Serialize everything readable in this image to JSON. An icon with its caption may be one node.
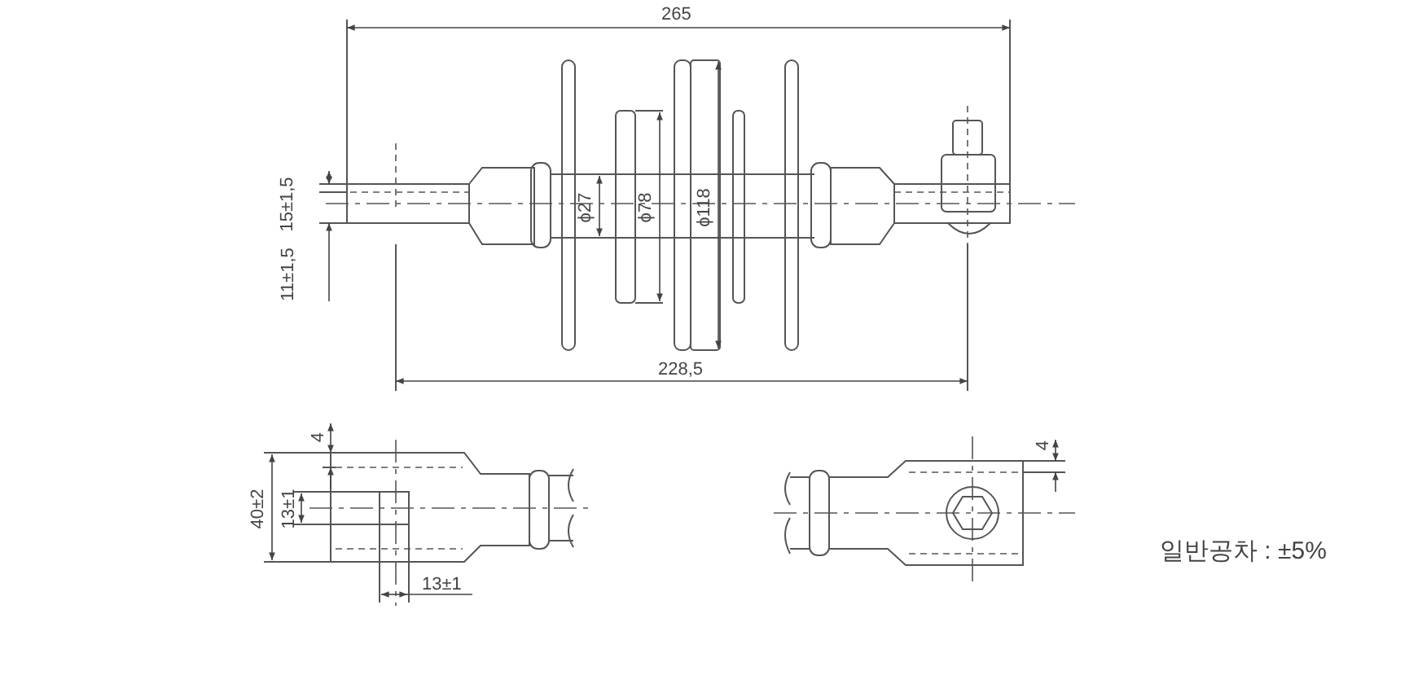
{
  "diagram": {
    "labels": [
      "265",
      "15±1,5",
      "ϕ27",
      "ϕ78",
      "ϕ118",
      "11±1,5",
      "228,5",
      "4",
      "40±2",
      "13±1",
      "4",
      "13±1",
      "일반공차 : ±5%"
    ]
  }
}
